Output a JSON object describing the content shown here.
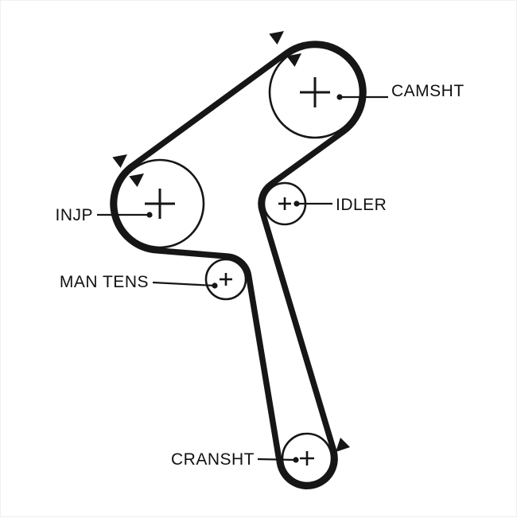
{
  "diagram_type": "timing-belt-routing",
  "pulleys": [
    {
      "id": "camshaft",
      "label": "CAMSHT"
    },
    {
      "id": "injection-pump",
      "label": "INJP"
    },
    {
      "id": "idler",
      "label": "IDLER"
    },
    {
      "id": "manual-tensioner",
      "label": "MAN TENS"
    },
    {
      "id": "crankshaft",
      "label": "CRANSHT"
    }
  ],
  "colors": {
    "line": "#161616",
    "background": "#ffffff"
  }
}
